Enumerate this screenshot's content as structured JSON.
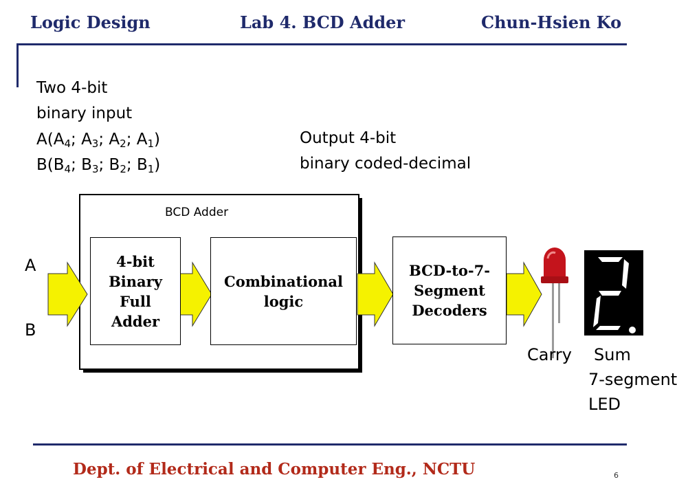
{
  "header": {
    "course": "Logic Design",
    "lab": "Lab 4. BCD Adder",
    "author": "Chun-Hsien Ko"
  },
  "inputs_text": {
    "line1": "Two 4-bit",
    "line2": "binary input",
    "a": {
      "name": "A",
      "terms": [
        "A",
        "4",
        "A",
        "3",
        "A",
        "2",
        "A",
        "1"
      ]
    },
    "b": {
      "name": "B",
      "terms": [
        "B",
        "4",
        "B",
        "3",
        "B",
        "2",
        "B",
        "1"
      ]
    }
  },
  "output_text": {
    "line1": "Output 4-bit",
    "line2": "binary coded-decimal"
  },
  "diagram": {
    "group_label": "BCD Adder",
    "input_a": "A",
    "input_b": "B",
    "blocks": {
      "adder": [
        "4-bit",
        "Binary",
        "Full",
        "Adder"
      ],
      "combinational": [
        "Combinational",
        "logic"
      ],
      "decoder": [
        "BCD-to-7-",
        "Segment",
        "Decoders"
      ]
    },
    "carry_label": "Carry",
    "sum_label": "Sum",
    "display_label_1": "7-segment",
    "display_label_2": "LED",
    "colors": {
      "arrow_fill": "#f5f200",
      "led_red": "#c4141c",
      "display_bg": "#000000",
      "segment_on": "#ffffff"
    }
  },
  "footer": {
    "dept": "Dept. of Electrical and Computer Eng., NCTU",
    "page": "6"
  }
}
